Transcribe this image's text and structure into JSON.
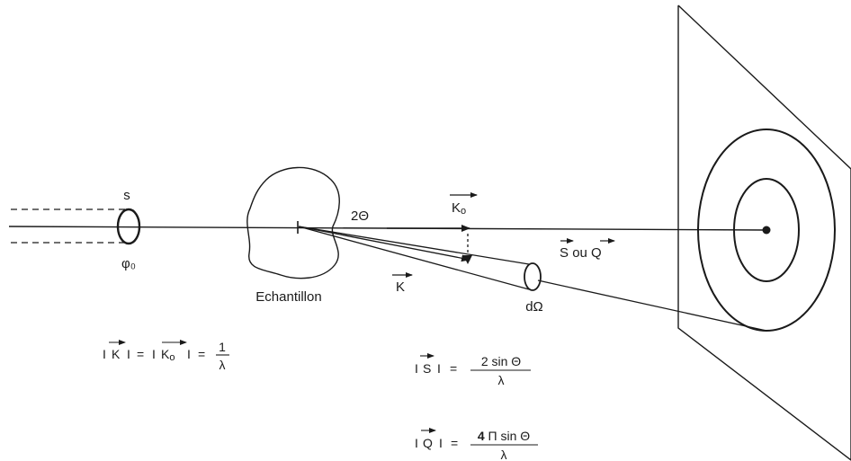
{
  "labels": {
    "source": "s",
    "phi": "φ₀",
    "sample": "Echantillon",
    "angle": "2Θ",
    "k0_letter": "K",
    "k0_sub": "o",
    "k_letter": "K",
    "solid_angle": "dΩ",
    "scatter_s": "S",
    "scatter_ou": "ou",
    "scatter_q": "Q"
  },
  "equations": {
    "k": {
      "bar": "I",
      "lhs_letter": "K",
      "eq": "=",
      "mid_letter": "K",
      "mid_sub": "o",
      "num": "1",
      "den": "λ"
    },
    "s": {
      "bar": "I",
      "letter": "S",
      "eq": "=",
      "num": "2 sin Θ",
      "den": "λ"
    },
    "q": {
      "bar": "I",
      "letter": "Q",
      "eq": "=",
      "num_bold": "4",
      "num_rest": "Π sin Θ",
      "den": "λ"
    }
  },
  "colors": {
    "ink": "#1a1a1a",
    "background": "#ffffff"
  }
}
